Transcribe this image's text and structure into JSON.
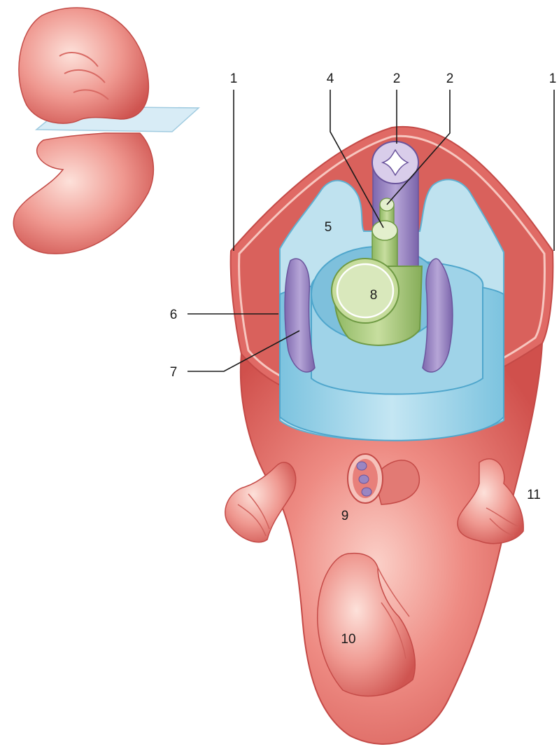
{
  "figure": {
    "labels": {
      "l1_left": "1",
      "l1_right": "1",
      "l2_a": "2",
      "l2_b": "2",
      "l4": "4",
      "l5": "5",
      "l6": "6",
      "l7": "7",
      "l8": "8",
      "l9": "9",
      "l10": "10",
      "l11": "11"
    },
    "colors": {
      "tissue": "#e5716c",
      "tissue_light": "#f4b3ab",
      "tissue_dark": "#c44a47",
      "membrane_blue": "#a9d8ea",
      "membrane_blue_dark": "#5fb1d2",
      "nerve_green": "#a8c97a",
      "nerve_green_light": "#dbe8bf",
      "vessel_purple": "#9a86c2",
      "vessel_purple_light": "#d7cbe8",
      "plane": "#cfe6f2"
    }
  }
}
